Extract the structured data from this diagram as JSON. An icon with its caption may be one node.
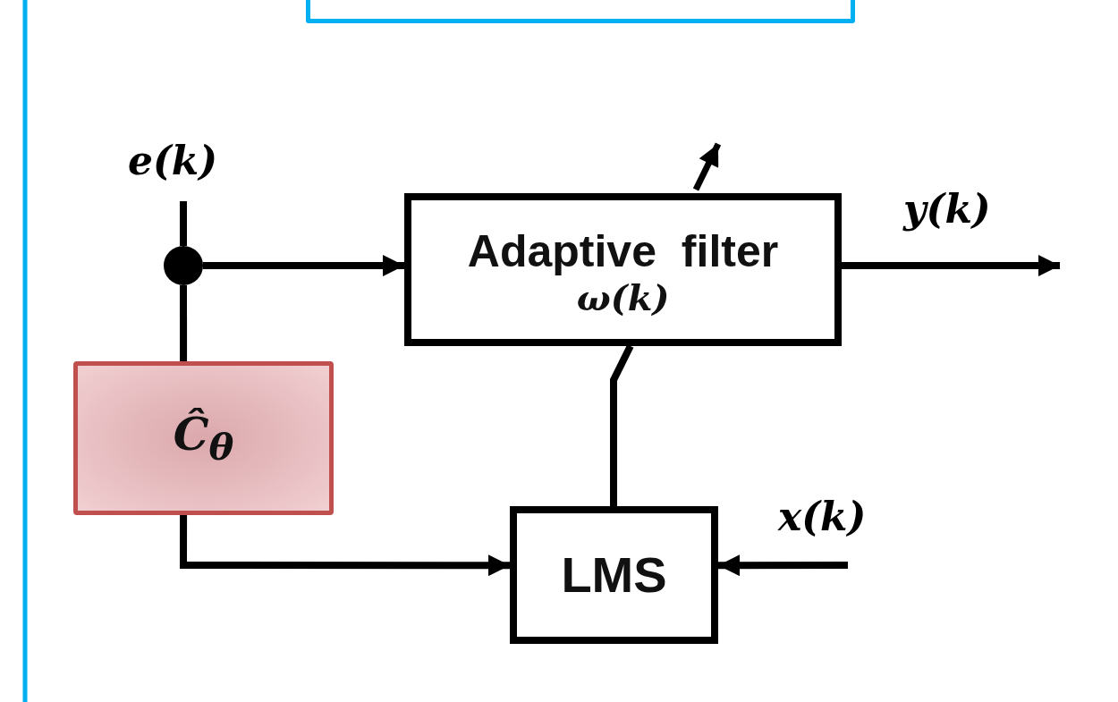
{
  "diagram": {
    "nodes": [
      {
        "text": [],
        "shape": "box"
      },
      {
        "text": [],
        "shape": "circle"
      },
      {
        "text": [
          "Adaptive filter",
          "ω(k)"
        ]
      },
      {
        "text": [
          "Ĉ$_{θ}$"
        ]
      },
      {
        "text": [
          "LMS"
        ]
      }
    ],
    "edges": [
      {
        "from": null,
        "to": 1,
        "arrow": "none",
        "label": "e(k)"
      },
      {
        "from": 1,
        "to": 2,
        "arrow": "to"
      },
      {
        "from": 1,
        "to": 3,
        "arrow": "none"
      },
      {
        "from": 3,
        "to": 4,
        "arrow": "to"
      },
      {
        "from": 2,
        "to": null,
        "arrow": "to",
        "label": "y(k)"
      },
      {
        "from": null,
        "to": 4,
        "arrow": "to",
        "label": "x(k)"
      },
      {
        "from": 4,
        "to": 2,
        "arrow": "none"
      }
    ]
  }
}
